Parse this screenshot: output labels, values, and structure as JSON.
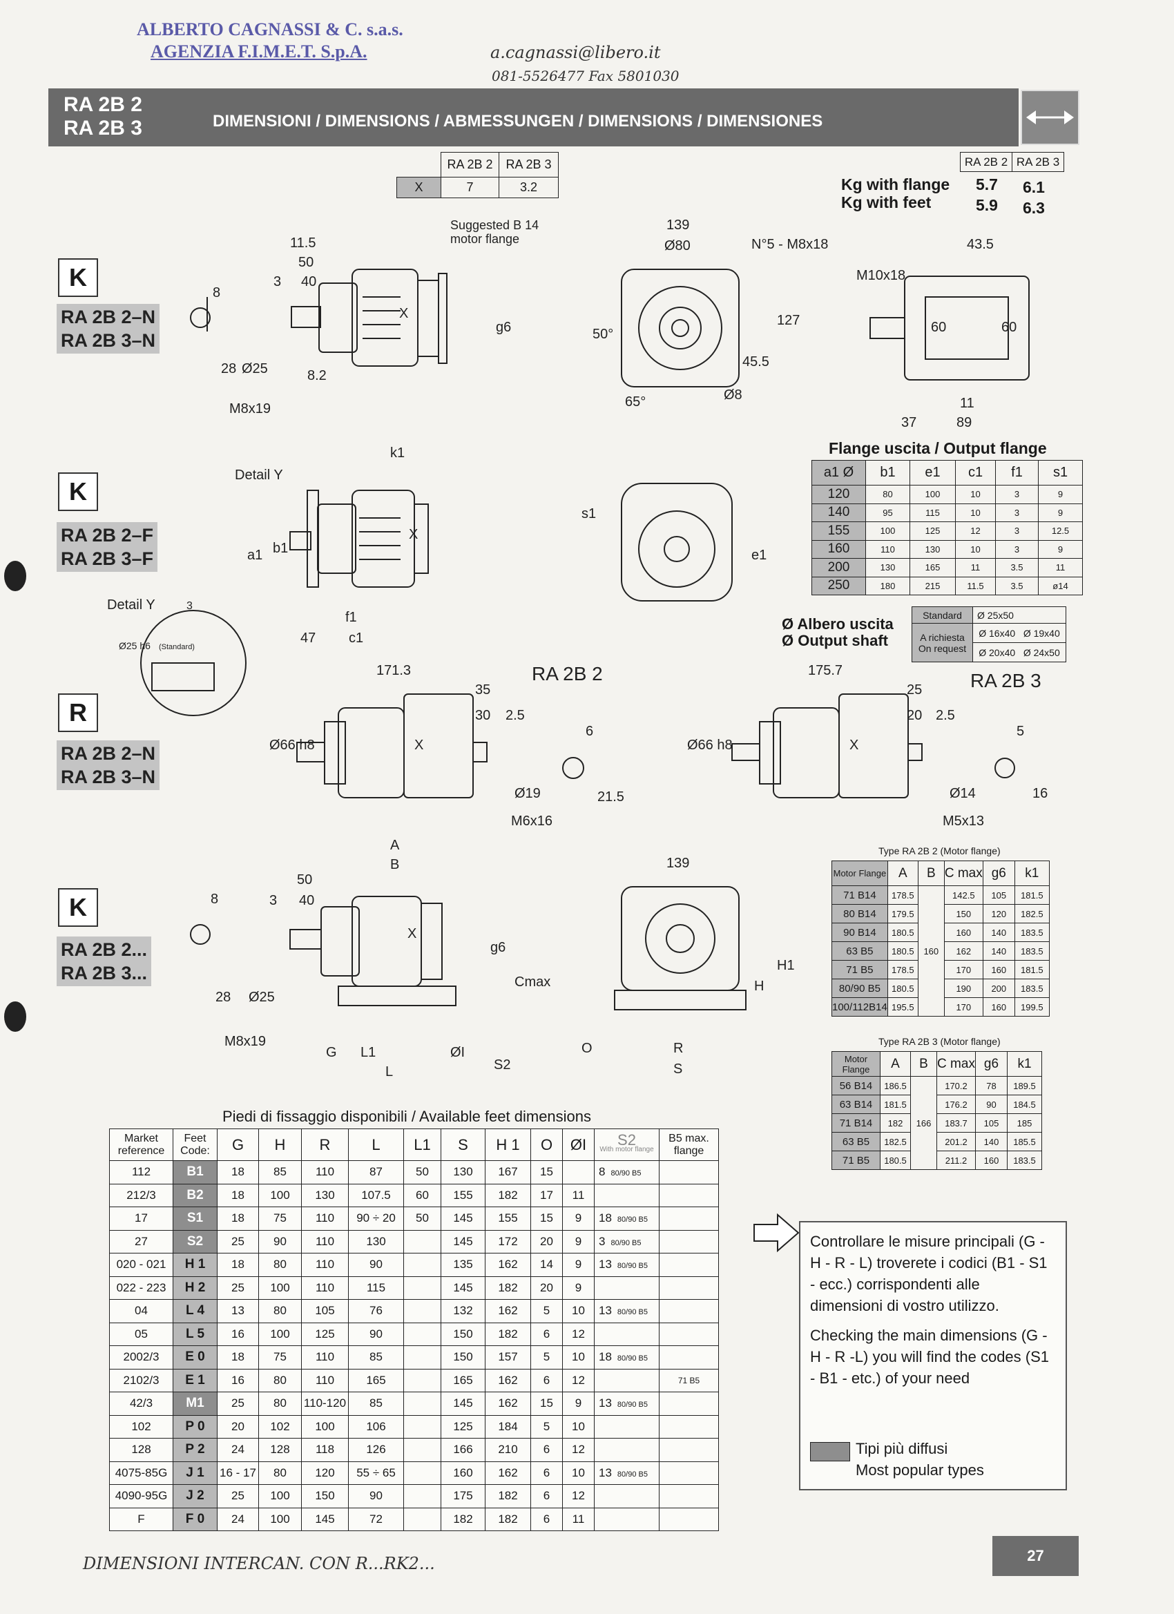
{
  "stamp": {
    "line1": "ALBERTO CAGNASSI & C. s.a.s.",
    "line2": "AGENZIA F.I.M.E.T. S.p.A."
  },
  "handwritten": {
    "email": "a.cagnassi@libero.it",
    "phone": "081-5526477 Fax 5801030",
    "footer_note": "DIMENSIONI INTERCAN. CON R...RK2..."
  },
  "header": {
    "code1": "RA 2B 2",
    "code2": "RA 2B 3",
    "title": "DIMENSIONI / DIMENSIONS / ABMESSUNGEN / DIMENSIONS / DIMENSIONES",
    "icon": "double-arrow-icon"
  },
  "x_table": {
    "cols": [
      "RA 2B 2",
      "RA 2B 3"
    ],
    "row_label": "X",
    "values": [
      "7",
      "3.2"
    ]
  },
  "weights": {
    "cols": [
      "RA 2B 2",
      "RA 2B 3"
    ],
    "rows": [
      {
        "label": "Kg with flange",
        "values": [
          "5.7",
          "6.1"
        ]
      },
      {
        "label": "Kg with feet",
        "values": [
          "5.9",
          "6.3"
        ]
      }
    ]
  },
  "sections": {
    "k1": {
      "letter": "K",
      "line1": "RA 2B 2–N",
      "line2": "RA 2B 3–N"
    },
    "k2": {
      "letter": "K",
      "line1": "RA 2B 2–F",
      "line2": "RA 2B 3–F"
    },
    "r": {
      "letter": "R",
      "line1": "RA 2B 2–N",
      "line2": "RA 2B 3–N"
    },
    "k3": {
      "letter": "K",
      "line1": "RA 2B 2...",
      "line2": "RA 2B 3..."
    }
  },
  "drawings": {
    "d1": {
      "suggested": "Suggested B 14",
      "motor_flange": "motor flange",
      "dims": [
        "11.5",
        "50",
        "40",
        "3",
        "8",
        "28",
        "Ø25",
        "8.2",
        "M8x19",
        "g6",
        "X"
      ]
    },
    "d1_front": {
      "dims": [
        "139",
        "Ø80",
        "N°5 - M8x18",
        "127",
        "45.5",
        "50°",
        "65°",
        "Ø8"
      ]
    },
    "d1_side": {
      "dims": [
        "43.5",
        "M10x18",
        "60",
        "60",
        "11",
        "37",
        "89"
      ]
    },
    "d2": {
      "detail": "Detail Y",
      "dims": [
        "k1",
        "a1",
        "b1",
        "f1",
        "47",
        "c1",
        "X"
      ]
    },
    "d2_front": {
      "dims": [
        "s1",
        "e1"
      ]
    },
    "detail_y": {
      "title": "Detail Y",
      "dim": "3",
      "shaft": "Ø25 h6",
      "std": "(Standard)"
    },
    "d3a": {
      "model": "RA 2B 2",
      "dims": [
        "171.3",
        "35",
        "30",
        "2.5",
        "Ø66 h8",
        "Ø19",
        "M6x16",
        "6",
        "21.5",
        "X"
      ]
    },
    "d3b": {
      "model": "RA 2B 3",
      "dims": [
        "175.7",
        "25",
        "20",
        "2.5",
        "Ø66 h8",
        "Ø14",
        "M5x13",
        "5",
        "16",
        "X"
      ]
    },
    "d4": {
      "dims": [
        "A",
        "B",
        "50",
        "40",
        "3",
        "8",
        "28",
        "Ø25",
        "M8x19",
        "g6",
        "Cmax",
        "G",
        "L1",
        "ØI",
        "L",
        "S2",
        "X"
      ]
    },
    "d4_front": {
      "dims": [
        "139",
        "H1",
        "H",
        "O",
        "R",
        "S"
      ]
    }
  },
  "output_flange": {
    "title": "Flange uscita / Output flange",
    "headers": [
      "a1 Ø",
      "b1",
      "e1",
      "c1",
      "f1",
      "s1"
    ],
    "rows": [
      [
        "120",
        "80",
        "100",
        "10",
        "3",
        "9"
      ],
      [
        "140",
        "95",
        "115",
        "10",
        "3",
        "9"
      ],
      [
        "155",
        "100",
        "125",
        "12",
        "3",
        "12.5"
      ],
      [
        "160",
        "110",
        "130",
        "10",
        "3",
        "9"
      ],
      [
        "200",
        "130",
        "165",
        "11",
        "3.5",
        "11"
      ],
      [
        "250",
        "180",
        "215",
        "11.5",
        "3.5",
        "ø14"
      ]
    ]
  },
  "output_shaft": {
    "label1": "Ø Albero uscita",
    "label2": "Ø Output shaft",
    "standard_label": "Standard",
    "standard_value": "Ø 25x50",
    "request_label1": "A richiesta",
    "request_label2": "On request",
    "request_values": [
      "Ø 16x40",
      "Ø 19x40",
      "Ø 20x40",
      "Ø 24x50"
    ]
  },
  "motor_table_2": {
    "caption": "Type  RA 2B 2 (Motor flange)",
    "headers": [
      "Motor Flange",
      "A",
      "B",
      "C max",
      "g6",
      "k1"
    ],
    "b_value": "160",
    "rows": [
      [
        "71 B14",
        "178.5",
        "142.5",
        "105",
        "181.5"
      ],
      [
        "80 B14",
        "179.5",
        "150",
        "120",
        "182.5"
      ],
      [
        "90 B14",
        "180.5",
        "160",
        "140",
        "183.5"
      ],
      [
        "63 B5",
        "180.5",
        "162",
        "140",
        "183.5"
      ],
      [
        "71 B5",
        "178.5",
        "170",
        "160",
        "181.5"
      ],
      [
        "80/90 B5",
        "180.5",
        "190",
        "200",
        "183.5"
      ],
      [
        "100/112B14",
        "195.5",
        "170",
        "160",
        "199.5"
      ]
    ]
  },
  "motor_table_3": {
    "caption": "Type  RA 2B 3 (Motor flange)",
    "headers": [
      "Motor Flange",
      "A",
      "B",
      "C max",
      "g6",
      "k1"
    ],
    "b_value": "166",
    "rows": [
      [
        "56 B14",
        "186.5",
        "170.2",
        "78",
        "189.5"
      ],
      [
        "63 B14",
        "181.5",
        "176.2",
        "90",
        "184.5"
      ],
      [
        "71 B14",
        "182",
        "183.7",
        "105",
        "185"
      ],
      [
        "63 B5",
        "182.5",
        "201.2",
        "140",
        "185.5"
      ],
      [
        "71 B5",
        "180.5",
        "211.2",
        "160",
        "183.5"
      ]
    ]
  },
  "feet_table": {
    "caption": "Piedi di fissaggio disponibili / Available feet dimensions",
    "headers": [
      "Market reference",
      "Feet Code:",
      "G",
      "H",
      "R",
      "L",
      "L1",
      "S",
      "H 1",
      "O",
      "ØI",
      "S2",
      "With motor flange",
      "B5 max. flange"
    ],
    "rows": [
      [
        "112",
        "B1",
        "18",
        "85",
        "110",
        "87",
        "50",
        "130",
        "167",
        "15",
        "",
        "8",
        "80/90 B5",
        "",
        true
      ],
      [
        "212/3",
        "B2",
        "18",
        "100",
        "130",
        "107.5",
        "60",
        "155",
        "182",
        "17",
        "11",
        "",
        "",
        "",
        true
      ],
      [
        "17",
        "S1",
        "18",
        "75",
        "110",
        "90 ÷ 20",
        "50",
        "145",
        "155",
        "15",
        "9",
        "18",
        "80/90 B5",
        "",
        true
      ],
      [
        "27",
        "S2",
        "25",
        "90",
        "110",
        "130",
        "",
        "145",
        "172",
        "20",
        "9",
        "3",
        "80/90 B5",
        "",
        true
      ],
      [
        "020 - 021",
        "H 1",
        "18",
        "80",
        "110",
        "90",
        "",
        "135",
        "162",
        "14",
        "9",
        "13",
        "80/90 B5",
        "",
        false
      ],
      [
        "022 - 223",
        "H 2",
        "25",
        "100",
        "110",
        "115",
        "",
        "145",
        "182",
        "20",
        "9",
        "",
        "",
        "",
        false
      ],
      [
        "04",
        "L 4",
        "13",
        "80",
        "105",
        "76",
        "",
        "132",
        "162",
        "5",
        "10",
        "13",
        "80/90 B5",
        "",
        false
      ],
      [
        "05",
        "L 5",
        "16",
        "100",
        "125",
        "90",
        "",
        "150",
        "182",
        "6",
        "12",
        "",
        "",
        "",
        false
      ],
      [
        "2002/3",
        "E 0",
        "18",
        "75",
        "110",
        "85",
        "",
        "150",
        "157",
        "5",
        "10",
        "18",
        "80/90 B5",
        "",
        false
      ],
      [
        "2102/3",
        "E 1",
        "16",
        "80",
        "110",
        "165",
        "",
        "165",
        "162",
        "6",
        "12",
        "",
        "",
        "71 B5",
        false
      ],
      [
        "42/3",
        "M1",
        "25",
        "80",
        "110-120",
        "85",
        "",
        "145",
        "162",
        "15",
        "9",
        "13",
        "80/90 B5",
        "",
        true
      ],
      [
        "102",
        "P 0",
        "20",
        "102",
        "100",
        "106",
        "",
        "125",
        "184",
        "5",
        "10",
        "",
        "",
        "",
        false
      ],
      [
        "128",
        "P 2",
        "24",
        "128",
        "118",
        "126",
        "",
        "166",
        "210",
        "6",
        "12",
        "",
        "",
        "",
        false
      ],
      [
        "4075-85G",
        "J 1",
        "16 - 17",
        "80",
        "120",
        "55 ÷ 65",
        "",
        "160",
        "162",
        "6",
        "10",
        "13",
        "80/90 B5",
        "",
        false
      ],
      [
        "4090-95G",
        "J 2",
        "25",
        "100",
        "150",
        "90",
        "",
        "175",
        "182",
        "6",
        "12",
        "",
        "",
        "",
        false
      ],
      [
        "F",
        "F 0",
        "24",
        "100",
        "145",
        "72",
        "",
        "182",
        "182",
        "6",
        "11",
        "",
        "",
        "",
        false
      ]
    ]
  },
  "note": {
    "it": "Controllare le misure principali (G - H - R - L) troverete i codici (B1 - S1 - ecc.) corrispondenti alle dimensioni di vostro utilizzo.",
    "en": "Checking the main dimensions (G - H - R -L) you will find the codes (S1 - B1 - etc.) of your need",
    "legend1": "Tipi più diffusi",
    "legend2": "Most popular types"
  },
  "page_number": "27"
}
